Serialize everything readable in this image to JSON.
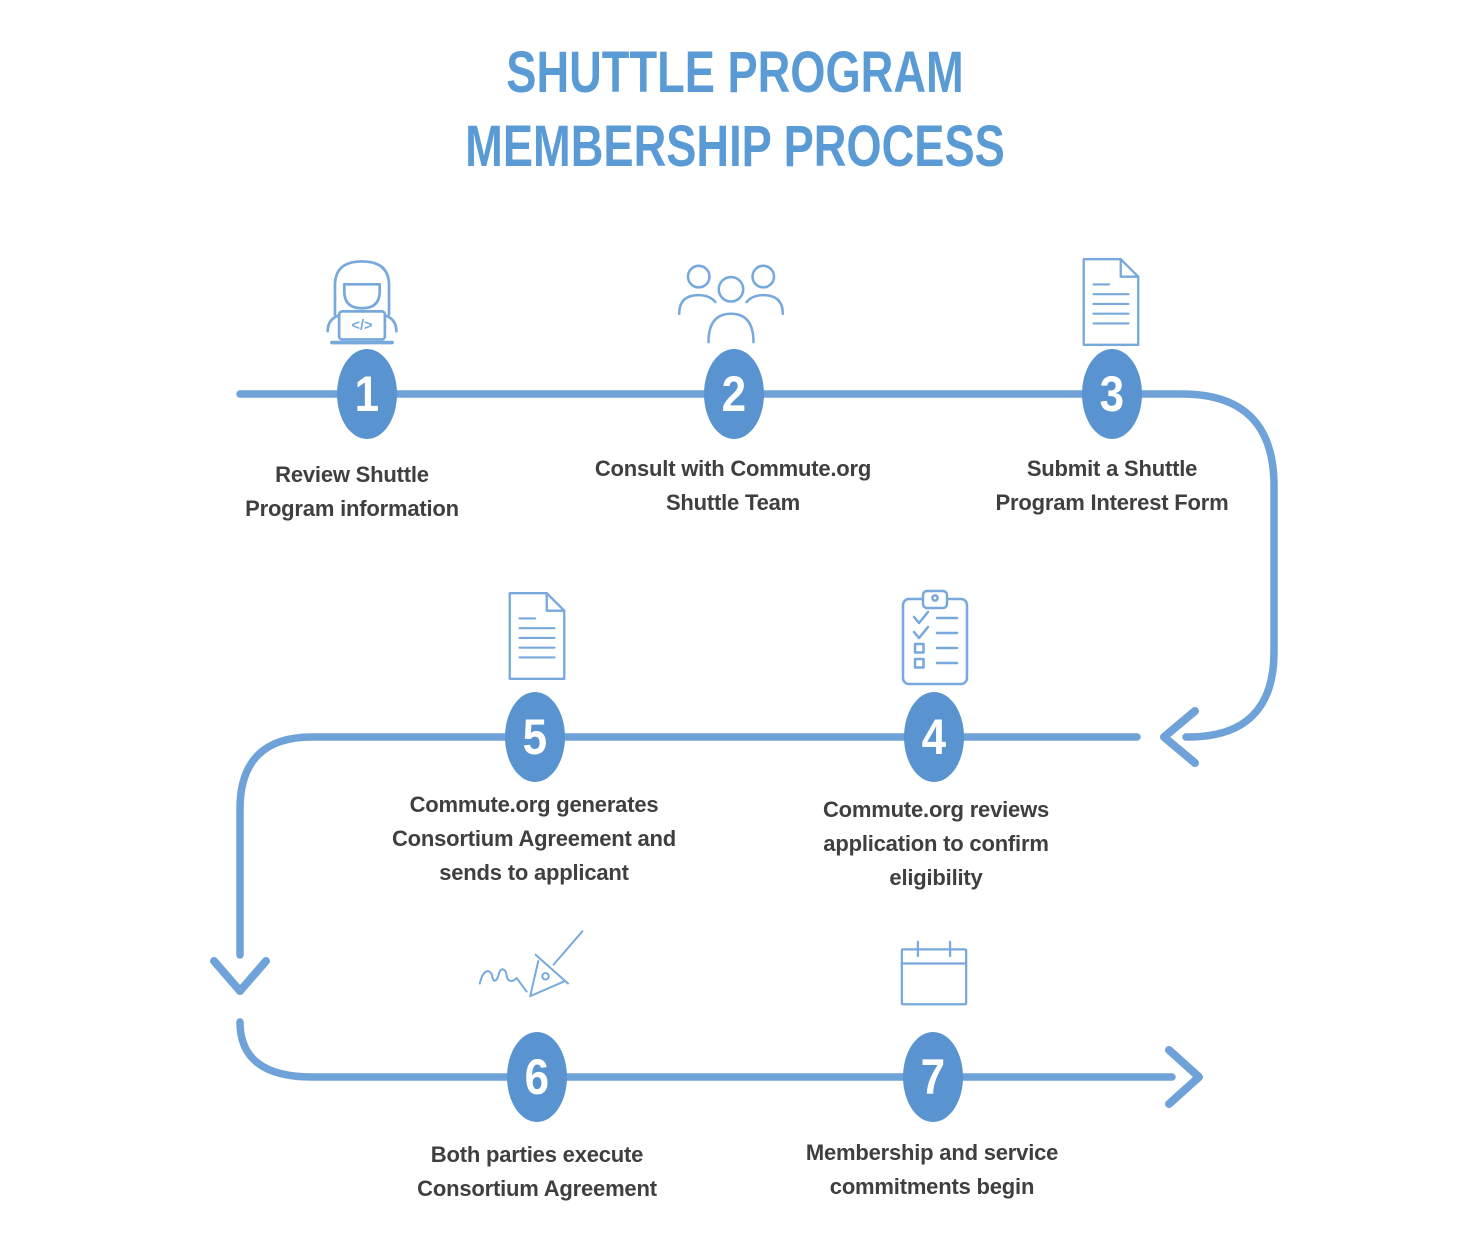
{
  "title": {
    "line1": "SHUTTLE PROGRAM",
    "line2": "MEMBERSHIP PROCESS"
  },
  "steps": [
    {
      "number": "1",
      "label": "Review Shuttle\nProgram information",
      "icon": "person-at-laptop-icon"
    },
    {
      "number": "2",
      "label": "Consult with Commute.org\nShuttle Team",
      "icon": "team-icon"
    },
    {
      "number": "3",
      "label": "Submit a Shuttle\nProgram Interest Form",
      "icon": "document-icon"
    },
    {
      "number": "4",
      "label": "Commute.org reviews\napplication to confirm\neligibility",
      "icon": "clipboard-checklist-icon"
    },
    {
      "number": "5",
      "label": "Commute.org generates\nConsortium Agreement and\nsends to applicant",
      "icon": "document-icon"
    },
    {
      "number": "6",
      "label": "Both parties execute\nConsortium Agreement",
      "icon": "signature-pen-icon"
    },
    {
      "number": "7",
      "label": "Membership and service\ncommitments begin",
      "icon": "calendar-icon"
    }
  ],
  "glyphs": {
    "laptop_code": "</>"
  },
  "colors": {
    "title_blue": "#5B9BD5",
    "line_blue": "#6FA2D8",
    "node_blue": "#5A94D0",
    "icon_blue": "#77A9DC",
    "label_gray": "#3F3F3F",
    "number_white": "#FFFFFF",
    "background": "#FFFFFF"
  }
}
